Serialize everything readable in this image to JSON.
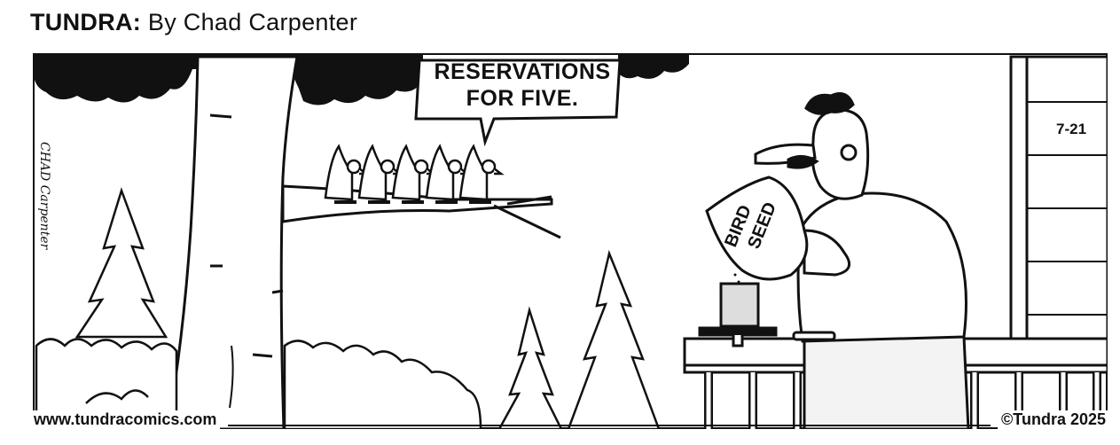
{
  "header": {
    "strip_name": "TUNDRA:",
    "byline": "By Chad Carpenter"
  },
  "panel": {
    "speech_bubble": [
      "RESERVATIONS",
      "FOR FIVE."
    ],
    "date_label": "7-21",
    "signature": "CHAD Carpenter",
    "bag_label_line1": "BIRD",
    "bag_label_line2": "SEED"
  },
  "footer": {
    "website": "www.tundracomics.com",
    "copyright": "©Tundra 2025"
  }
}
